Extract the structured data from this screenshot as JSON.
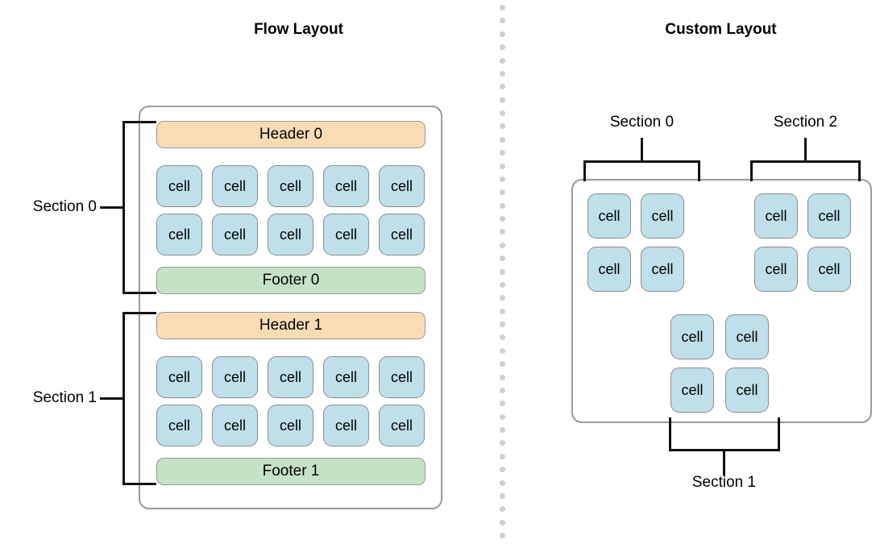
{
  "panels": {
    "flow": {
      "title": "Flow Layout",
      "sections": [
        {
          "label": "Section 0",
          "header": "Header 0",
          "footer": "Footer 0",
          "rows": [
            [
              "cell",
              "cell",
              "cell",
              "cell",
              "cell"
            ],
            [
              "cell",
              "cell",
              "cell",
              "cell",
              "cell"
            ]
          ]
        },
        {
          "label": "Section 1",
          "header": "Header 1",
          "footer": "Footer 1",
          "rows": [
            [
              "cell",
              "cell",
              "cell",
              "cell",
              "cell"
            ],
            [
              "cell",
              "cell",
              "cell",
              "cell",
              "cell"
            ]
          ]
        }
      ]
    },
    "custom": {
      "title": "Custom Layout",
      "groups": [
        {
          "label": "Section 0",
          "bracket": "top",
          "rows": [
            [
              "cell",
              "cell"
            ],
            [
              "cell",
              "cell"
            ]
          ]
        },
        {
          "label": "Section 2",
          "bracket": "top",
          "rows": [
            [
              "cell",
              "cell"
            ],
            [
              "cell",
              "cell"
            ]
          ]
        },
        {
          "label": "Section 1",
          "bracket": "bottom",
          "rows": [
            [
              "cell",
              "cell"
            ],
            [
              "cell",
              "cell"
            ]
          ]
        }
      ]
    }
  },
  "divider": {
    "style": "dotted",
    "color": "#cfcfcf",
    "dot_count": 41
  },
  "colors": {
    "cell_fill": "#bfe0ea",
    "cell_stroke": "#8c8c8c",
    "header_fill": "#fadcb4",
    "footer_fill": "#c6e2c6",
    "container_stroke": "#9a9a9a",
    "bracket_stroke": "#111111",
    "text": "#000000"
  }
}
